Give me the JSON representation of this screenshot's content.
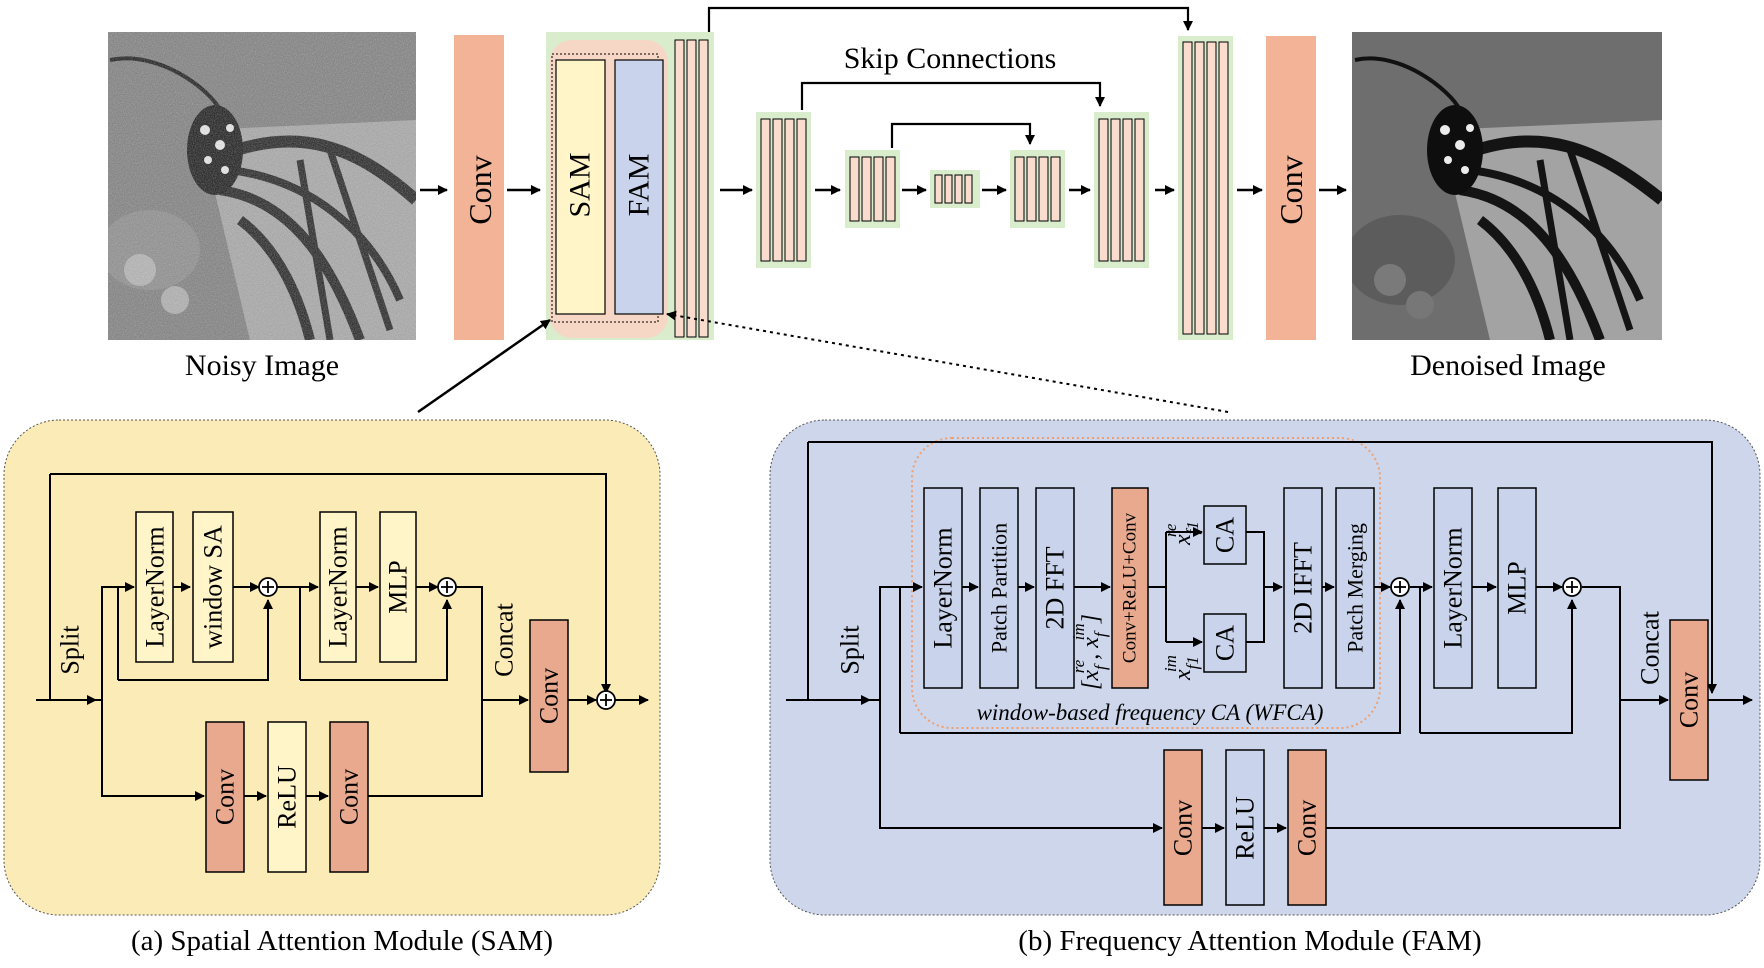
{
  "top": {
    "noisy_label": "Noisy Image",
    "denoised_label": "Denoised Image",
    "conv_label": "Conv",
    "sam_label": "SAM",
    "fam_label": "FAM",
    "skip_label": "Skip Connections"
  },
  "sam_module": {
    "caption": "(a) Spatial Attention Module (SAM)",
    "split": "Split",
    "concat": "Concat",
    "layernorm": "LayerNorm",
    "window_sa": "window SA",
    "mlp": "MLP",
    "conv": "Conv",
    "relu": "ReLU"
  },
  "fam_module": {
    "caption": "(b) Frequency Attention Module (FAM)",
    "split": "Split",
    "concat": "Concat",
    "layernorm": "LayerNorm",
    "patch_partition": "Patch Partition",
    "fft": "2D FFT",
    "conv_relu_conv": "Conv+ReLU+Conv",
    "ca": "CA",
    "ifft": "2D IFFT",
    "patch_merging": "Patch Merging",
    "mlp": "MLP",
    "conv": "Conv",
    "relu": "ReLU",
    "wfca": "window-based frequency CA (WFCA)",
    "x_pair_text": "[x",
    "x_sub_f": "f",
    "x_sup_re": "re",
    "x_sup_im": "im",
    "x_sub_f1": "f1",
    "comma": ",",
    "bracket_close": "]",
    "x_char": "x"
  },
  "colors": {
    "conv": "#f2b397",
    "sam_bg": "#fbecb7",
    "fam_bg": "#cdd6eb",
    "wfca_border": "#f0a070",
    "stage_green": "#d9eccb",
    "stage_pink": "#f6d6c5",
    "sam_box": "#fff5c8",
    "fam_box": "#c9d4ec",
    "block_pink": "#f9dccd",
    "conv_dark": "#e9a98e"
  },
  "icons": {
    "plus": "circle-plus-icon",
    "arrow": "arrow-icon"
  }
}
